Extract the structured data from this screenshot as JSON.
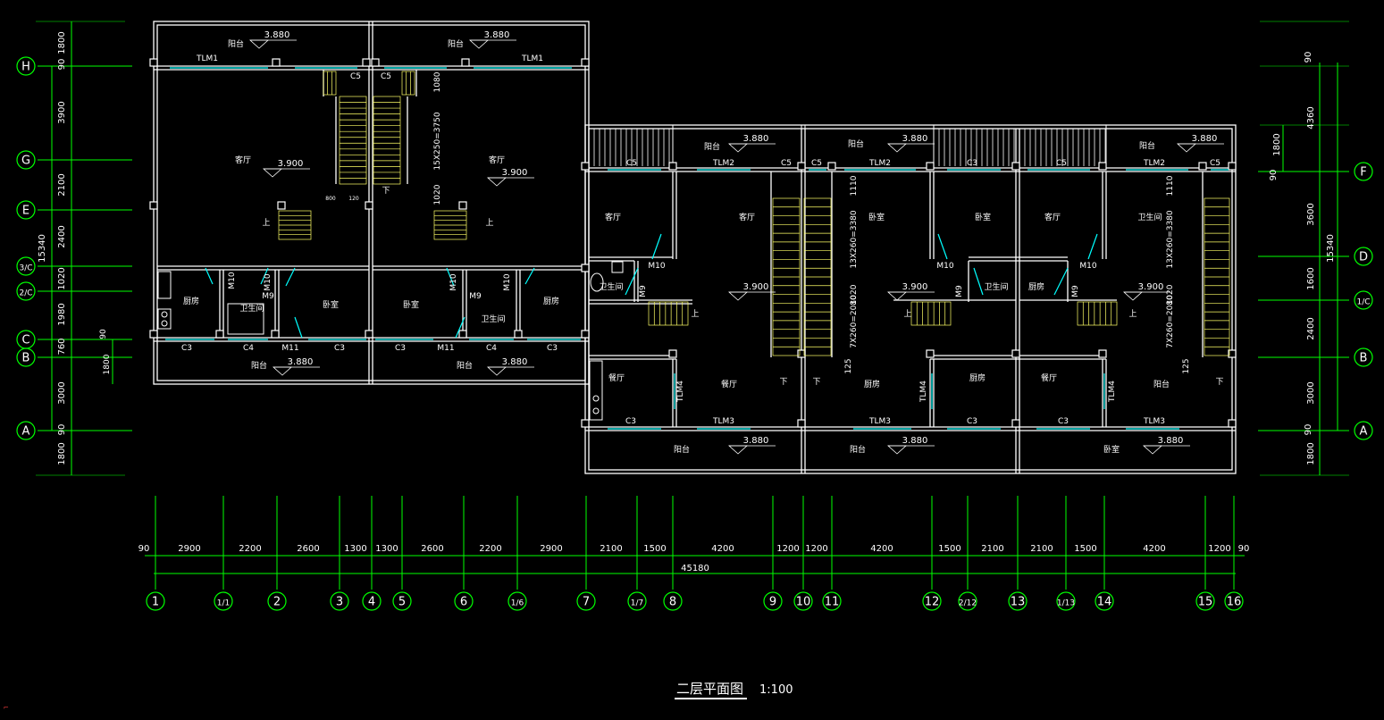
{
  "drawing": {
    "title": "二层平面图",
    "scale": "1:100",
    "colors": {
      "background": "#000000",
      "wall": "#ffffff",
      "dimension": "#00ff00",
      "glazing": "#00ffff",
      "text": "#ffffff",
      "stair": "#ffff66",
      "ucs": "#cc3333"
    }
  },
  "axes_left": [
    "H",
    "G",
    "E",
    "3/C",
    "2/C",
    "C",
    "B",
    "A"
  ],
  "axes_right": [
    "F",
    "D",
    "1/C",
    "B",
    "A"
  ],
  "axes_bottom": [
    "1",
    "1/1",
    "2",
    "3",
    "4",
    "5",
    "6",
    "1/6",
    "7",
    "1/7",
    "8",
    "9",
    "10",
    "11",
    "12",
    "2/12",
    "13",
    "1/13",
    "14",
    "15",
    "16"
  ],
  "dims_left": [
    "1800",
    "90",
    "3900",
    "2100",
    "2400",
    "1020",
    "1980",
    "760",
    "3000",
    "90",
    "1800"
  ],
  "dims_left_total": "15340",
  "dims_left_extra": [
    "90",
    "1800"
  ],
  "dims_right": [
    "90",
    "4360",
    "1800",
    "90",
    "3600",
    "1600",
    "2400",
    "3000",
    "90",
    "1800"
  ],
  "dims_right_total": "15340",
  "dims_bottom": [
    "90",
    "2900",
    "2200",
    "2600",
    "1300",
    "1300",
    "2600",
    "2200",
    "2900",
    "2100",
    "1500",
    "4200",
    "1200",
    "1200",
    "4200",
    "1500",
    "2100",
    "2100",
    "1500",
    "4200",
    "1200",
    "90"
  ],
  "dims_bottom_total": "45180",
  "rooms": [
    "阳台",
    "阳台",
    "客厅",
    "客厅",
    "厨房",
    "卫生间",
    "卧室",
    "卧室",
    "卫生间",
    "厨房",
    "阳台",
    "阳台",
    "阳台",
    "阳台",
    "阳台",
    "卧室",
    "客厅",
    "客厅",
    "卧室",
    "卧室",
    "客厅",
    "卫生间",
    "卫生间",
    "卫生间",
    "厨房",
    "餐厅",
    "餐厅",
    "厨房",
    "厨房",
    "餐厅",
    "阳台",
    "阳台",
    "阳台"
  ],
  "elevations": [
    "3.880",
    "3.880",
    "3.900",
    "3.900",
    "3.880",
    "3.880",
    "3.880",
    "3.880",
    "3.880",
    "3.900",
    "3.900",
    "3.900",
    "3.880",
    "3.880",
    "3.880"
  ],
  "openings": [
    "TLM1",
    "TLM1",
    "C5",
    "C5",
    "M10",
    "M9",
    "M10",
    "M10",
    "M9",
    "M10",
    "C3",
    "C4",
    "M11",
    "C3",
    "C3",
    "M11",
    "C4",
    "C3",
    "C5",
    "TLM2",
    "C5",
    "C5",
    "TLM2",
    "C3",
    "C5",
    "TLM2",
    "C5",
    "M10",
    "M9",
    "M10",
    "M9",
    "M10",
    "M9",
    "TLM4",
    "TLM4",
    "TLM4",
    "C3",
    "TLM3",
    "TLM3",
    "C3",
    "C3",
    "TLM3"
  ],
  "stair_notes": [
    "15X250=3750",
    "1080",
    "1020",
    "13X260=3380",
    "1110",
    "7X260=2080",
    "1020",
    "125",
    "13X260=3380",
    "1110",
    "7X260=2080",
    "1020",
    "125",
    "800",
    "120"
  ],
  "stair_marks": [
    "上",
    "下",
    "上",
    "上",
    "下",
    "下",
    "上",
    "上",
    "下"
  ]
}
